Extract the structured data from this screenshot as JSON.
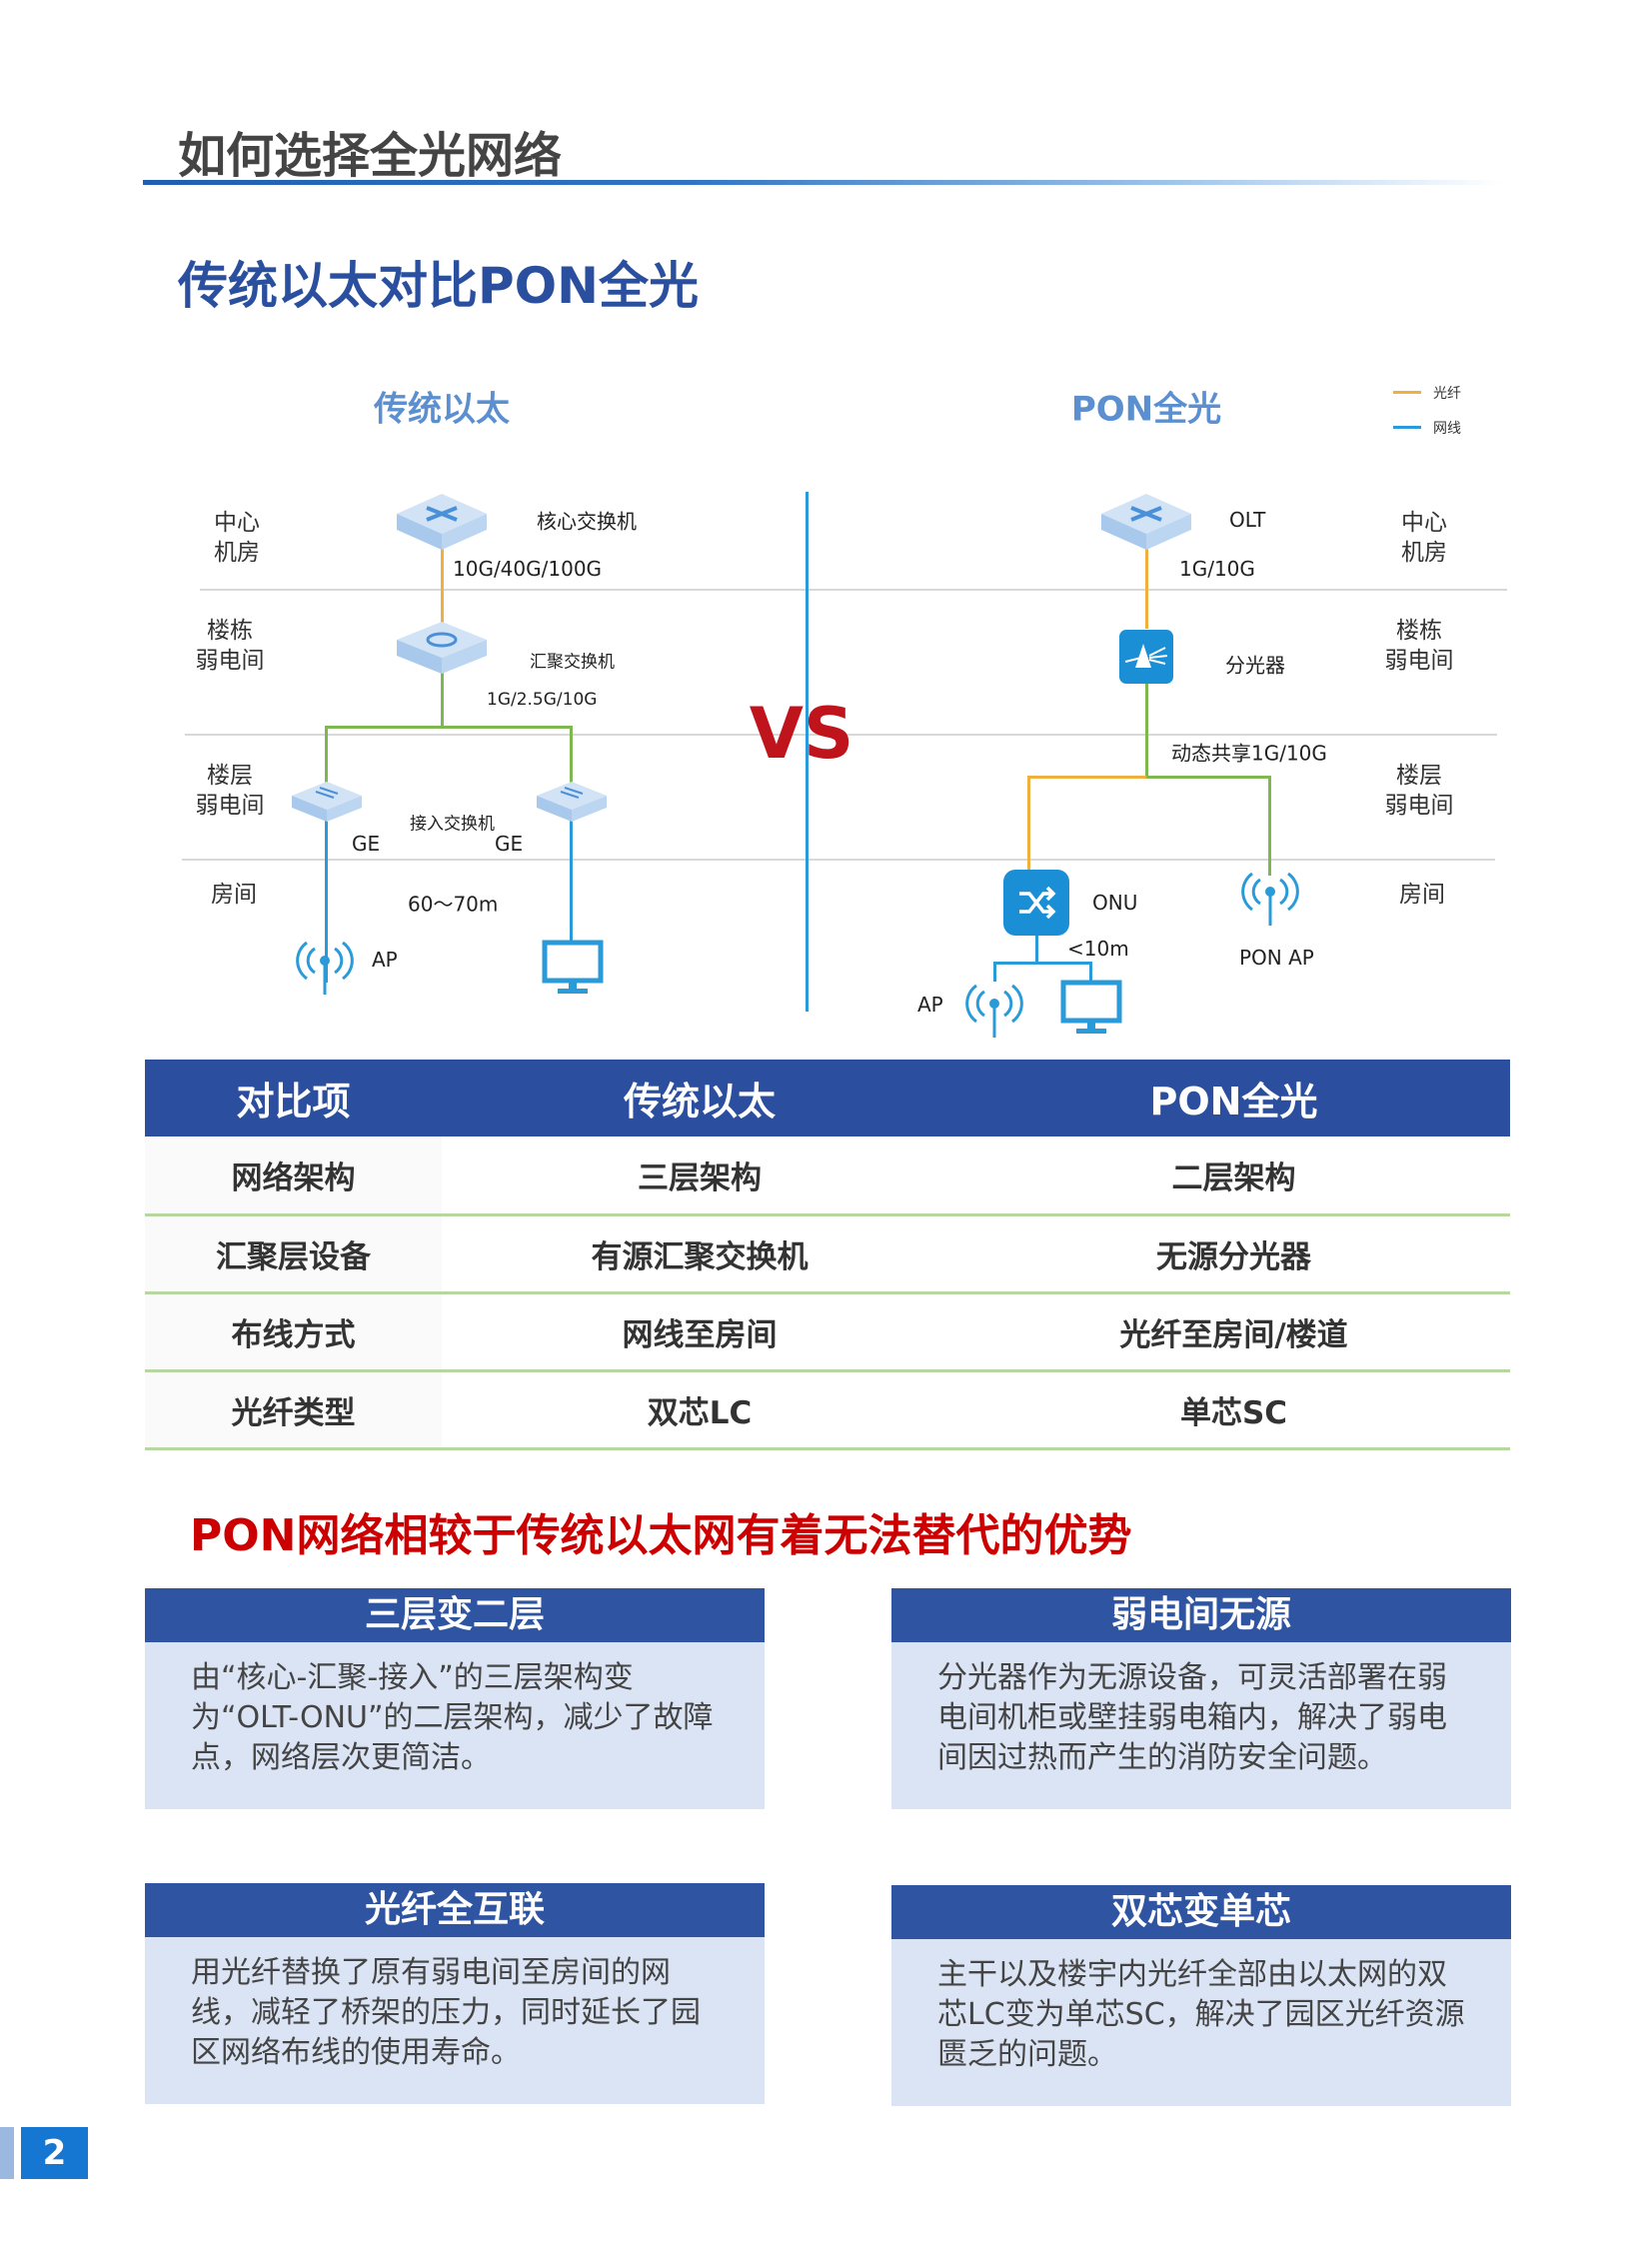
{
  "header": {
    "title": "如何选择全光网络",
    "subtitle": "传统以太对比PON全光"
  },
  "diagram": {
    "left": {
      "title": "传统以太",
      "core": "核心交换机",
      "core_link": "10G/40G/100G",
      "agg": "汇聚交换机",
      "agg_link": "1G/2.5G/10G",
      "access": "接入交换机",
      "ge1": "GE",
      "ge2": "GE",
      "distance": "60～70m",
      "ap": "AP"
    },
    "right": {
      "title": "PON全光",
      "olt": "OLT",
      "olt_link": "1G/10G",
      "splitter": "分光器",
      "shared_link": "动态共享1G/10G",
      "onu": "ONU",
      "onu_dist": "<10m",
      "ap": "AP",
      "pon_ap": "PON AP"
    },
    "zones": {
      "center": [
        "中心",
        "机房"
      ],
      "building": [
        "楼栋",
        "弱电间"
      ],
      "floor": [
        "楼层",
        "弱电间"
      ],
      "room": "房间"
    },
    "legend": {
      "fiber": "光纤",
      "cable": "网线"
    },
    "vs": "VS",
    "colors": {
      "fiber": "#f0b040",
      "cable": "#2a9ad8",
      "link": "#7fb850"
    }
  },
  "table": {
    "headers": [
      "对比项",
      "传统以太",
      "PON全光"
    ],
    "rows": [
      [
        "网络架构",
        "三层架构",
        "二层架构"
      ],
      [
        "汇聚层设备",
        "有源汇聚交换机",
        "无源分光器"
      ],
      [
        "布线方式",
        "网线至房间",
        "光纤至房间/楼道"
      ],
      [
        "光纤类型",
        "双芯LC",
        "单芯SC"
      ]
    ]
  },
  "advantages": {
    "heading": "PON网络相较于传统以太网有着无法替代的优势",
    "cards": [
      {
        "title": "三层变二层",
        "text": "由“核心-汇聚-接入”的三层架构变为“OLT-ONU”的二层架构，减少了故障点，网络层次更简洁。"
      },
      {
        "title": "弱电间无源",
        "text": "分光器作为无源设备，可灵活部署在弱电间机柜或壁挂弱电箱内，解决了弱电间因过热而产生的消防安全问题。"
      },
      {
        "title": "光纤全互联",
        "text": "用光纤替换了原有弱电间至房间的网线，减轻了桥架的压力，同时延长了园区网络布线的使用寿命。"
      },
      {
        "title": "双芯变单芯",
        "text": "主干以及楼宇内光纤全部由以太网的双芯LC变为单芯SC，解决了园区光纤资源匮乏的问题。"
      }
    ]
  },
  "page_number": "2"
}
